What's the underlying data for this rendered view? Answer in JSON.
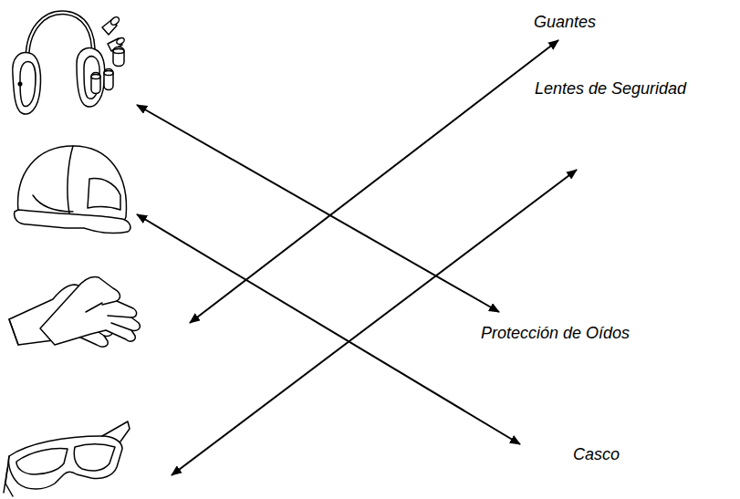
{
  "diagram": {
    "labels": [
      "Guantes",
      "Lentes de Seguridad",
      "Protección de Oídos",
      "Casco"
    ]
  }
}
